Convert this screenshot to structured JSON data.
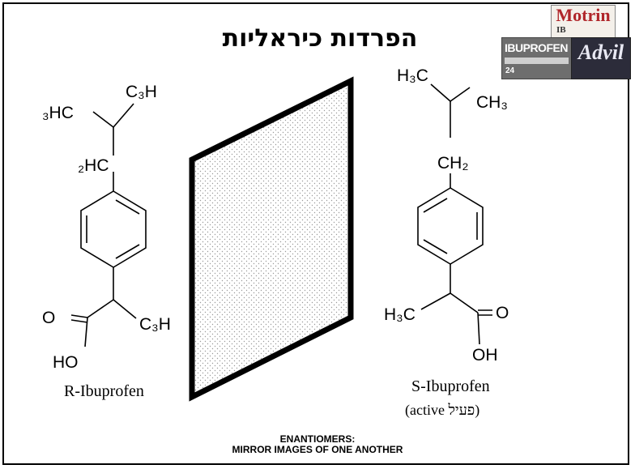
{
  "slide": {
    "title": "הפרדות כיראליות",
    "caption_line1": "ENANTIOMERS:",
    "caption_line2": "MIRROR IMAGES OF ONE ANOTHER"
  },
  "left_molecule": {
    "name": "R-Ibuprofen",
    "labels": {
      "top_left": "₃HC",
      "top_right": "C₃H",
      "ch2": "₂HC",
      "carbonyl_o": "O",
      "hydroxyl": "HO",
      "methyl": "C₃H"
    }
  },
  "right_molecule": {
    "name": "S-Ibuprofen",
    "subtitle": "(active פעיל)",
    "labels": {
      "top_left": "H₃C",
      "top_right": "CH₃",
      "ch2": "CH₂",
      "methyl": "H₃C",
      "carbonyl_o": "O",
      "hydroxyl": "OH"
    }
  },
  "logos": {
    "motrin": "Motrin",
    "motrin_sub": "IB",
    "ibuprofen": "IBUPROFEN",
    "ibuprofen_count": "24",
    "advil": "Advil"
  },
  "colors": {
    "mirror_fill": "#ffffff",
    "mirror_dots": "#9a9a9a",
    "frame": "#000000",
    "motrin_red": "#b0262a",
    "advil_blue": "#27306e",
    "ibuprofen_bg": "#6e6e6e"
  }
}
